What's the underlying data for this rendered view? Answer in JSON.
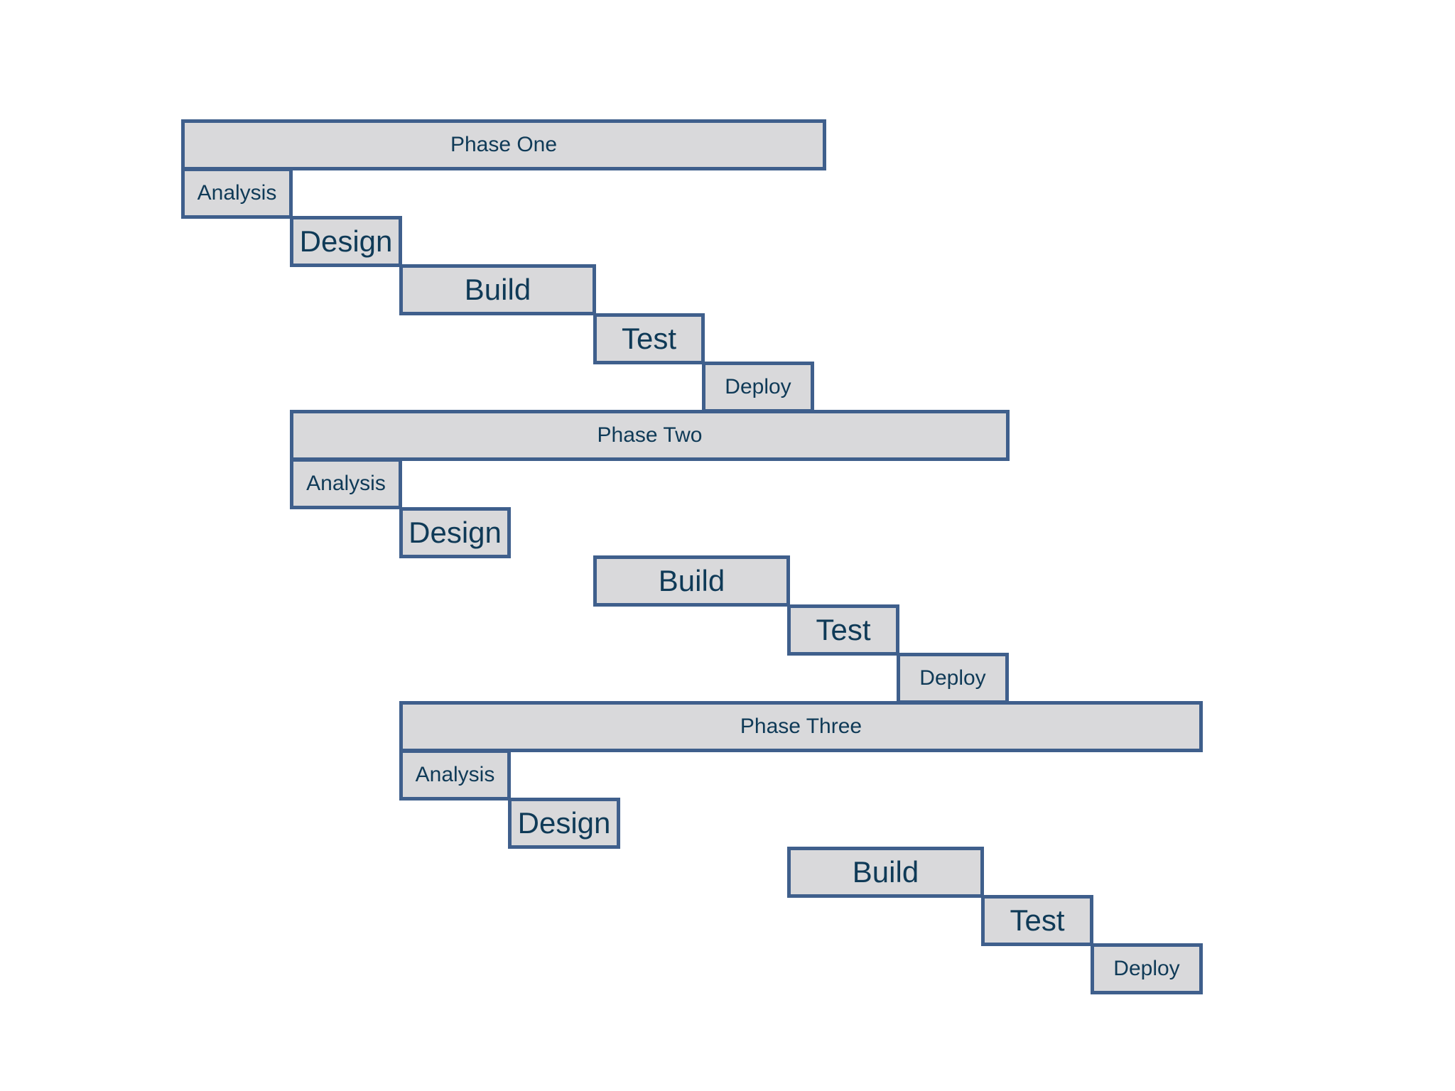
{
  "phases": [
    {
      "title": "Phase One",
      "tasks": [
        "Analysis",
        "Design",
        "Build",
        "Test",
        "Deploy"
      ]
    },
    {
      "title": "Phase Two",
      "tasks": [
        "Analysis",
        "Design",
        "Build",
        "Test",
        "Deploy"
      ]
    },
    {
      "title": "Phase Three",
      "tasks": [
        "Analysis",
        "Design",
        "Build",
        "Test",
        "Deploy"
      ]
    }
  ],
  "colors": {
    "bar_fill": "#d9d9db",
    "bar_border": "#3f5f8c",
    "text": "#0f3a57"
  }
}
